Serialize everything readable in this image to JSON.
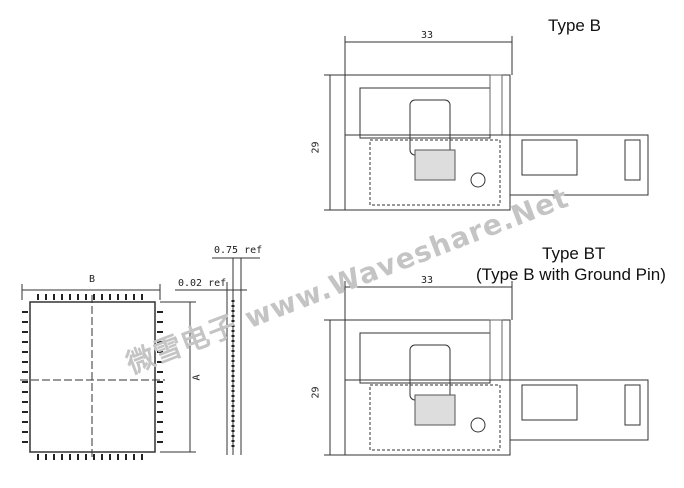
{
  "type_b": {
    "title": "Type B",
    "width_dim": "33",
    "height_dim": "29"
  },
  "type_bt": {
    "title": "Type BT",
    "subtitle": "(Type B with Ground Pin)",
    "width_dim": "33",
    "height_dim": "29"
  },
  "chip": {
    "dim_b": "B",
    "dim_a": "A",
    "thickness_ref": "0.75 ref",
    "offset_ref": "0.02 ref"
  },
  "watermark": "微雪电子 www.Waveshare.Net"
}
